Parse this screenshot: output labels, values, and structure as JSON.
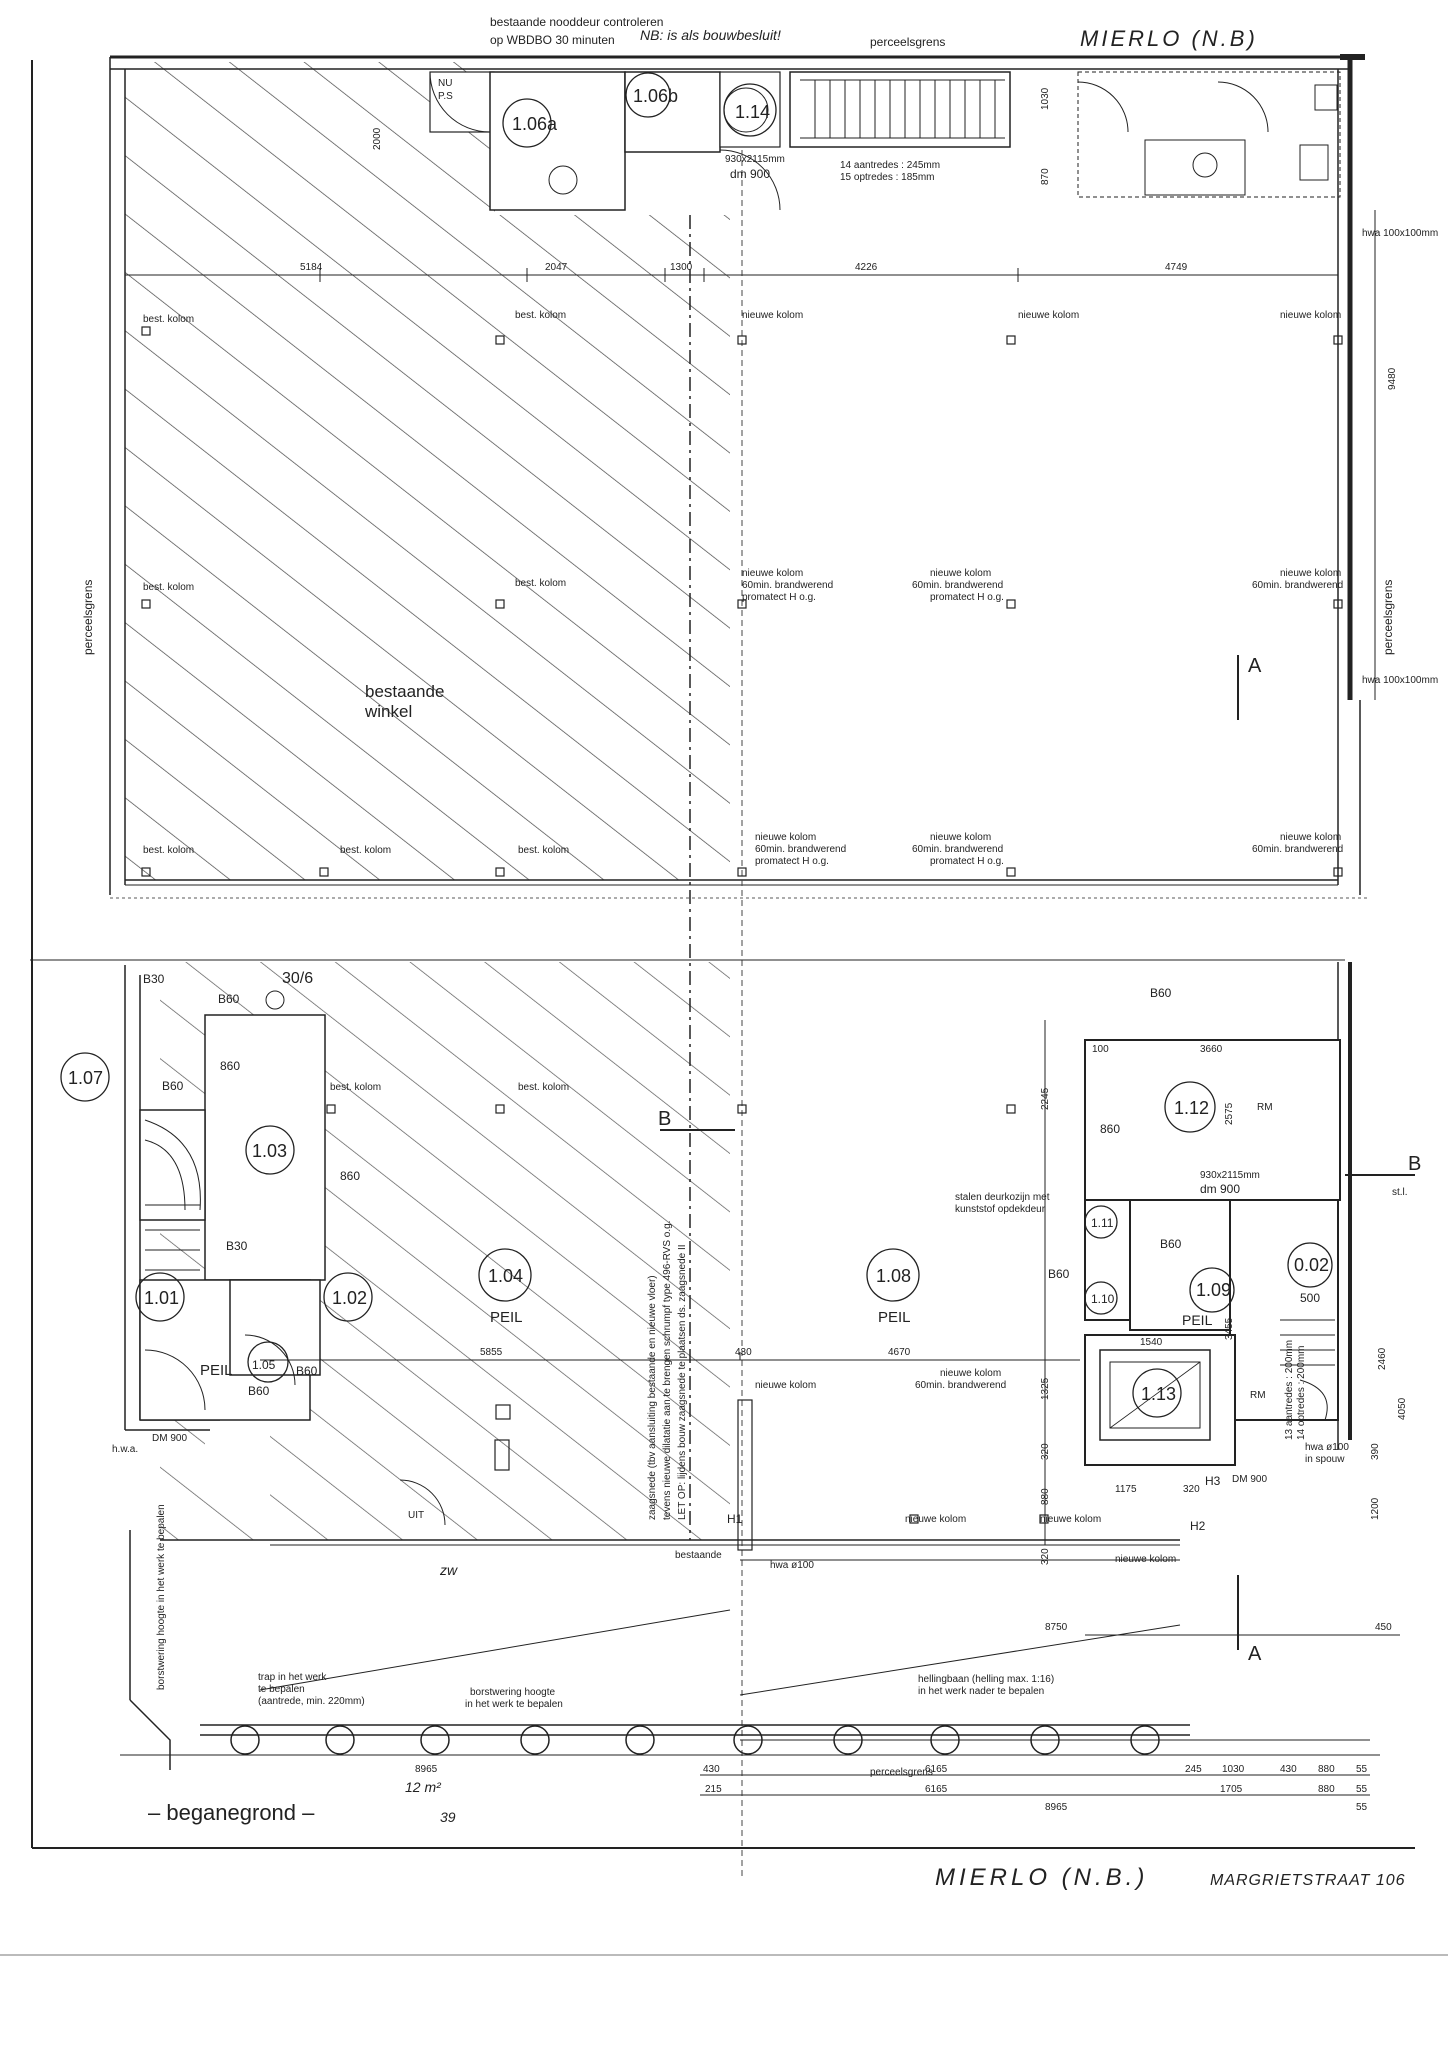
{
  "header": {
    "emergency_note_line1": "bestaande nooddeur controleren",
    "emergency_note_line2": "op WBDBO 30 minuten",
    "handwritten_note": "NB: is als bouwbesluit!",
    "parcel_boundary_top": "perceelsgrens",
    "location_top": "MIERLO (N.B)"
  },
  "title_block": {
    "location": "MIERLO (N.B.)",
    "address": "MARGRIETSTRAAT 106",
    "floor_name": "– beganegrond –"
  },
  "existing_shop": {
    "line1": "bestaande",
    "line2": "winkel"
  },
  "rooms": [
    {
      "id": "1.06a"
    },
    {
      "id": "1.06b"
    },
    {
      "id": "1.14"
    },
    {
      "id": "1.07"
    },
    {
      "id": "1.03"
    },
    {
      "id": "1.01"
    },
    {
      "id": "1.02"
    },
    {
      "id": "1.05"
    },
    {
      "id": "1.04"
    },
    {
      "id": "1.08"
    },
    {
      "id": "1.12"
    },
    {
      "id": "1.11"
    },
    {
      "id": "1.10"
    },
    {
      "id": "1.09"
    },
    {
      "id": "0.02"
    },
    {
      "id": "1.13"
    }
  ],
  "labels": {
    "peil": "PEIL",
    "best_kolom": "best. kolom",
    "nieuwe_kolom": "nieuwe kolom",
    "brandwerend": "60min. brandwerend",
    "promatect": "promatect H o.g.",
    "perceelsgrens": "perceelsgrens",
    "hwa_top": "hwa 100x100mm",
    "hwa_mid": "hwa 100x100mm",
    "hwa_bottom": "hwa ø100",
    "hwa_bottom2": "in spouw",
    "uit": "UIT",
    "dm900": "dm 900",
    "door_930": "930x2115mm",
    "b860": "B60",
    "b30": "B30",
    "x860": "860",
    "np": "NU",
    "ps": "P.S",
    "h1": "H1",
    "h2": "H2",
    "h3": "H3",
    "a": "A",
    "b": "B",
    "st1": "st.l.",
    "rm": "RM",
    "dm900_hwa": "DM 900",
    "hwa_a": "h.w.a.",
    "bestaande": "bestaande",
    "hwa_100": "hwa ø100",
    "zw": "zw",
    "fire": "30/6",
    "stair_top_1": "14 aantredes : 245mm",
    "stair_top_2": "15 optredes : 185mm",
    "stair_right_1": "13 aantredes : 200mm",
    "stair_right_2": "14 optredes : 200mm",
    "door_steel_1": "stalen deurkozijn met",
    "door_steel_2": "kunststof opdekdeur",
    "trap_1": "trap in het werk",
    "trap_2": "te bepalen",
    "trap_3": "(aantrede, min. 220mm)",
    "borstwering_1": "borstwering hoogte",
    "borstwering_2": "in het werk te bepalen",
    "borstwering_v": "borstwering hoogte in het werk te bepalen",
    "helling_1": "hellingbaan (helling max. 1:16)",
    "helling_2": "in het werk nader te bepalen",
    "zaag_1": "zaagsnede (tbv aansluiting bestaande en nieuwe vloer)",
    "zaag_2": "tevens nieuwe dilatatie aan te brengen schrumpf type 496-RVS o.g.",
    "zaag_3": "LET OP: lijdens bouw zaagsnede te plaatsen ds. zaagsnede II",
    "hand_12": "12 m²",
    "hand_39": "39"
  },
  "dimensions": {
    "d5184": "5184",
    "d2047": "2047",
    "d1300": "1300",
    "d4226": "4226",
    "d4749": "4749",
    "d9480": "9480",
    "d2000": "2000",
    "d1030": "1030",
    "d870": "870",
    "d5855": "5855",
    "d4670": "4670",
    "d430": "430",
    "d3660": "3660",
    "d2245": "2245",
    "d2575": "2575",
    "d1325": "1325",
    "d320": "320",
    "d880": "880",
    "d1175": "1175",
    "d3455": "3455",
    "d2460": "2460",
    "d4050": "4050",
    "d390": "390",
    "d1200": "1200",
    "d8750": "8750",
    "d450": "450",
    "d8965": "8965",
    "d6165": "6165",
    "d245": "245",
    "d215": "215",
    "d1705": "1705",
    "d55": "55",
    "d100": "100",
    "d900": "900",
    "d500": "500",
    "d1540": "1540"
  }
}
